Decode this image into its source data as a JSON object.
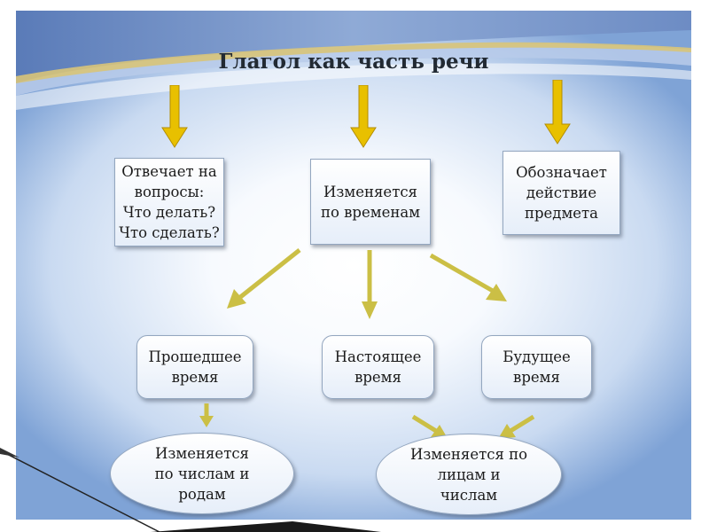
{
  "title": "Глагол как часть речи",
  "colors": {
    "arrow": "#e8c000",
    "arrow_diag": "#cbbf45",
    "box_border": "#93a6bf",
    "swoosh_blue": "#6b8ac0",
    "swoosh_gold": "#d8c479"
  },
  "boxes": {
    "questions": "Отвечает на\nвопросы:\nЧто делать?\nЧто сделать?",
    "tenses": "Изменяется\nпо временам",
    "action": "Обозначает\nдействие\nпредмета",
    "past": "Прошедшее\nвремя",
    "present": "Настоящее\nвремя",
    "future": "Будущее\nвремя",
    "numbers_genders": "Изменяется\nпо числам и\nродам",
    "persons_numbers": "Изменяется по\nлицам и\nчислам"
  }
}
